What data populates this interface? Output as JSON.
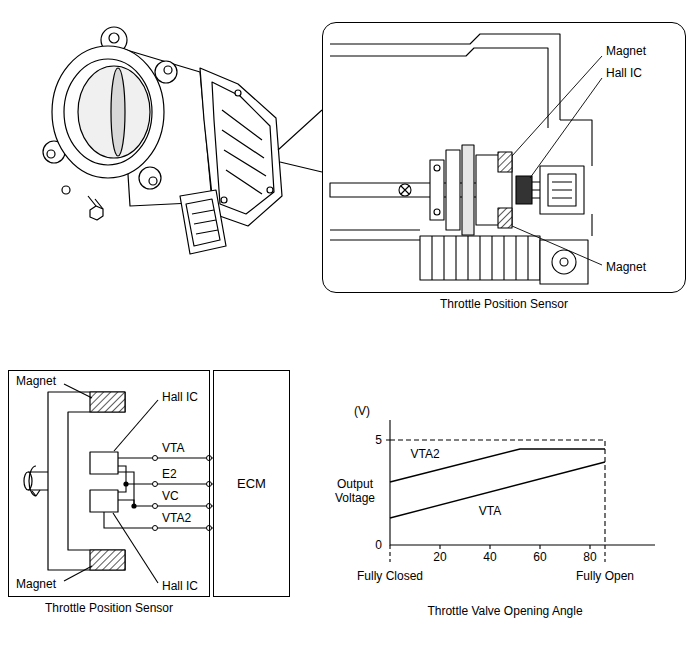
{
  "diagram": {
    "nodes": [
      {
        "text": [
          "Throttle Position Sensor"
        ]
      },
      {
        "text": [
          "Throttle Position Sensor"
        ]
      },
      {
        "text": [
          "ECM"
        ]
      }
    ],
    "labels": [
      "Magnet",
      "Hall IC",
      "Magnet",
      "Magnet",
      "Hall IC",
      "VTA",
      "E2",
      "VC",
      "VTA2",
      "Hall IC",
      "Magnet",
      "(V)",
      "5",
      "VTA2",
      "Output Voltage",
      "VTA",
      "0",
      "20",
      "40",
      "60",
      "80",
      "Fully Closed",
      "Fully Open",
      "Throttle Valve Opening Angle"
    ]
  }
}
